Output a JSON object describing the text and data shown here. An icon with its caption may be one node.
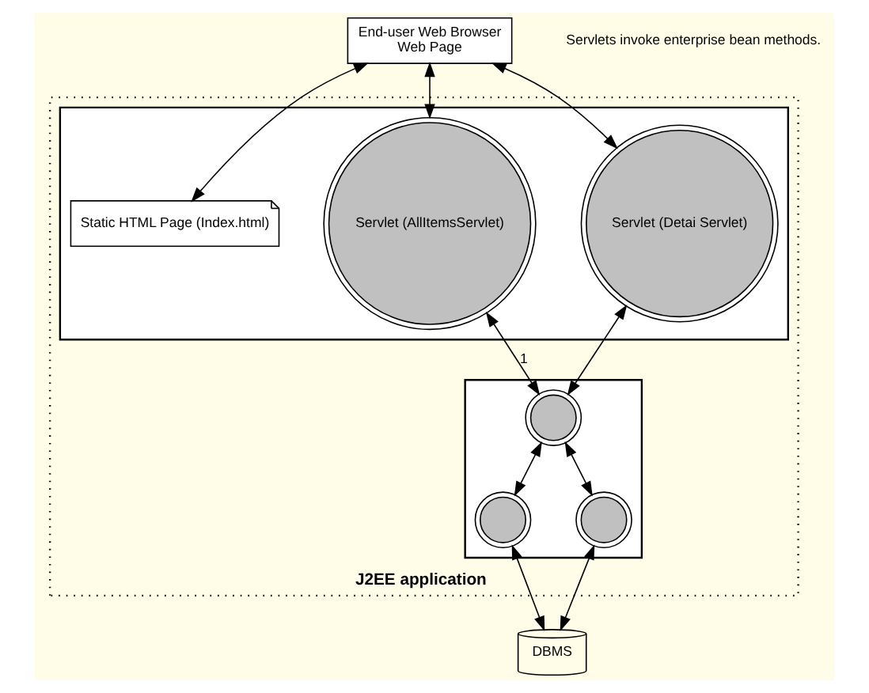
{
  "diagram": {
    "nodes": [
      {
        "text": [
          "J2EE application"
        ]
      },
      {
        "text": [],
        "shape": "box",
        "in": 0
      },
      {
        "text": [],
        "shape": "box",
        "in": 0
      },
      {
        "text": [
          "End-user Web Browser",
          "Web Page"
        ]
      },
      {
        "text": [
          "Static HTML Page (Index.html)"
        ],
        "in": 1
      },
      {
        "text": [
          "Servlet (AllItemsServlet)"
        ],
        "in": 1
      },
      {
        "text": [
          "Servlet (Detai Servlet)"
        ],
        "in": 1
      },
      {
        "text": [],
        "shape": "circle",
        "in": 2
      },
      {
        "text": [],
        "shape": "circle",
        "in": 2
      },
      {
        "text": [],
        "shape": "circle",
        "in": 2
      },
      {
        "text": [
          "DBMS"
        ]
      }
    ],
    "edges": [
      {
        "from": 3,
        "to": 4,
        "arrow": "both"
      },
      {
        "from": 3,
        "to": 5,
        "arrow": "both"
      },
      {
        "from": 3,
        "to": 6,
        "arrow": "both"
      },
      {
        "from": 5,
        "to": 7,
        "arrow": "both",
        "label": "1"
      },
      {
        "from": 6,
        "to": 7,
        "arrow": "both"
      },
      {
        "from": 7,
        "to": 9,
        "arrow": "both"
      },
      {
        "from": 7,
        "to": 8,
        "arrow": "both"
      },
      {
        "from": 8,
        "to": 10,
        "arrow": "both"
      },
      {
        "from": 9,
        "to": 10,
        "arrow": "both"
      }
    ],
    "labels": [
      "Servlets invoke enterprise bean methods."
    ]
  }
}
